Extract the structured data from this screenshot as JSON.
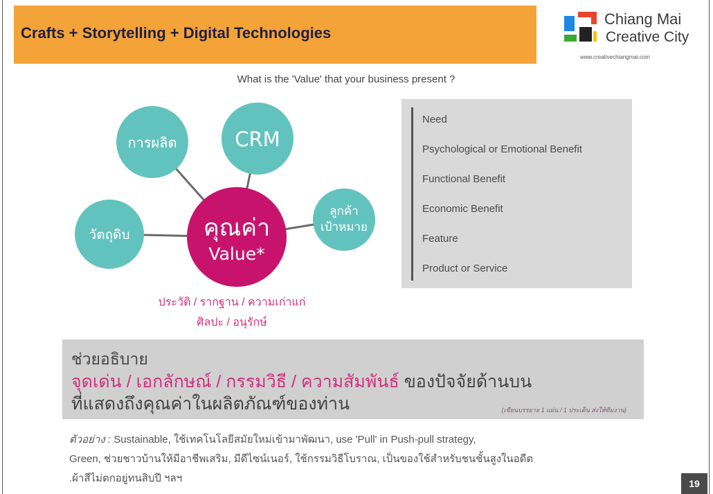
{
  "colors": {
    "header_orange": "#F4A338",
    "node_teal": "#62C3BE",
    "center_magenta": "#C8136C",
    "highlight_magenta": "#D2307E",
    "panel_gray": "#D9D9D9"
  },
  "header": {
    "title": "Crafts + Storytelling + Digital Technologies"
  },
  "logo": {
    "line1": "Chiang Mai",
    "line2": "Creative City",
    "url": "www.creativechiangmai.com"
  },
  "question": "What is the 'Value' that your business present ?",
  "diagram": {
    "center": {
      "line1": "คุณค่า",
      "line2": "Value*"
    },
    "production": "การผลิต",
    "crm": "CRM",
    "target_customer": {
      "line1": "ลูกค้า",
      "line2": "เป้าหมาย"
    },
    "raw_material": "วัตถุดิบ",
    "caption_line1": "ประวัติ / รากฐาน / ความเก่าแก่",
    "caption_line2": "ศิลปะ / อนุรักษ์"
  },
  "value_list": {
    "items": [
      "Need",
      "Psychological or Emotional Benefit",
      "Functional Benefit",
      "Economic Benefit",
      "Feature",
      "Product or Service"
    ]
  },
  "explain": {
    "title": "ช่วยอธิบาย",
    "highlight": "จุดเด่น / เอกลักษณ์ / กรรมวิธี / ความสัมพันธ์",
    "line2_rest": "ของปัจจัยด้านบน",
    "line3": "ที่แสดงถึงคุณค่าในผลิตภัณฑ์ของท่าน",
    "note": "(เขียนบรรยาย 1 แผ่น / 1 ประเด็น ส่งให้ทีมงาน)"
  },
  "example": {
    "label": "ตัวอย่าง :",
    "line1": "Sustainable, ใช้เทคโนโลยีสมัยใหม่เข้ามาพัฒนา, use 'Pull' in Push-pull strategy,",
    "line2": "Green, ช่วยชาวบ้านให้มีอาชีพเสริม, มีดีไซน์เนอร์, ใช้กรรมวิธีโบราณ, เป็นของใช้สำหรับชนชั้นสูงในอดีต",
    "line3": ".ผ้าสีไม่ตกอยู่ทนสิบปี ฯลฯ"
  },
  "page_number": "19"
}
